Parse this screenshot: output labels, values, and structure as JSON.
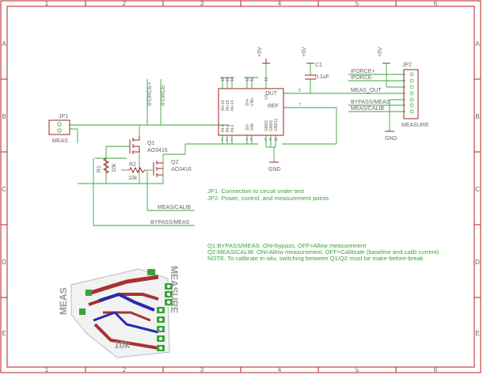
{
  "zones": {
    "columns": [
      "1",
      "2",
      "3",
      "4",
      "5",
      "6"
    ],
    "rows": [
      "A",
      "B",
      "C",
      "D",
      "E"
    ]
  },
  "power": {
    "vcc": "+5V",
    "gnd": "GND"
  },
  "parts": {
    "jp1": {
      "ref": "JP1",
      "value": "MEAS"
    },
    "jp2": {
      "ref": "JP2",
      "value": "MEASURE"
    },
    "q1": {
      "ref": "Q1",
      "value": "AO3416"
    },
    "q2": {
      "ref": "Q2",
      "value": "AO3416"
    },
    "r1": {
      "ref": "R1",
      "value": "10k"
    },
    "r2": {
      "ref": "R2",
      "value": "10k"
    },
    "c1": {
      "ref": "C1",
      "value": "0.1uF"
    }
  },
  "ic": {
    "left_top_pins": [
      "IN+16",
      "IN+15",
      "IN+14"
    ],
    "left_bottom_pins": [
      "IN-1",
      "IN-2",
      "IN-3"
    ],
    "mid_top_pins": [
      "SH+",
      "VIN+"
    ],
    "mid_bottom_pins": [
      "SH-",
      "VIN-"
    ],
    "vs": "VS",
    "gnd_pins": [
      "GND6",
      "GND8",
      "GND11"
    ],
    "out": "OUT",
    "ref": "REF",
    "num_top": [
      "16",
      "15",
      "14",
      "12",
      "13",
      "10"
    ],
    "num_bottom": [
      "1",
      "2",
      "3",
      "4",
      "5",
      "6",
      "8",
      "11"
    ],
    "out_num": "9",
    "ref_num": "7"
  },
  "nets": {
    "iforce_pos": "IFORCE+",
    "iforce_neg": "IFORCE-",
    "meas_out": "MEAS_OUT",
    "bypass_meas": "BYPASS/MEAS",
    "meas_calib": "MEAS/CALIB"
  },
  "notes": [
    "JP1: Connection to circuit under test",
    "JP2: Power, control, and measurement points",
    "Q1:BYPASS/MEAS: ON=bypass, OFF=Allow measurement",
    "Q2:MEAS/CALIB: ON=Allow measurement, OFF=Calibrate (baseline and calib current)",
    "NOTE: To calibrate in-situ, switching between Q1/Q2 must be make-before-break."
  ],
  "pcb": {
    "label_left": "MEAS",
    "label_right": "MEASURE",
    "label_res": "10k"
  }
}
